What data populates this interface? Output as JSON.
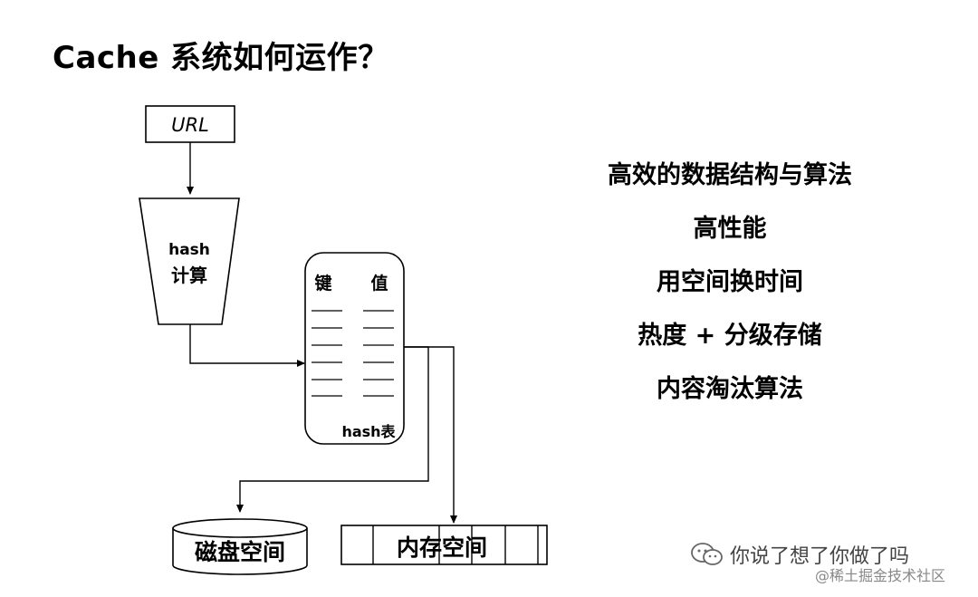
{
  "title": "Cache 系统如何运作？",
  "diagram": {
    "url_box": "URL",
    "hash_calc_line1": "hash",
    "hash_calc_line2": "计算",
    "table_key_header": "键",
    "table_value_header": "值",
    "table_caption": "hash表",
    "disk_label": "磁盘空间",
    "memory_label": "内存空间"
  },
  "points": [
    "高效的数据结构与算法",
    "高性能",
    "用空间换时间",
    "热度 + 分级存储",
    "内容淘汰算法"
  ],
  "watermark": {
    "wechat": "你说了想了你做了吗",
    "site": "@稀土掘金技术社区"
  }
}
